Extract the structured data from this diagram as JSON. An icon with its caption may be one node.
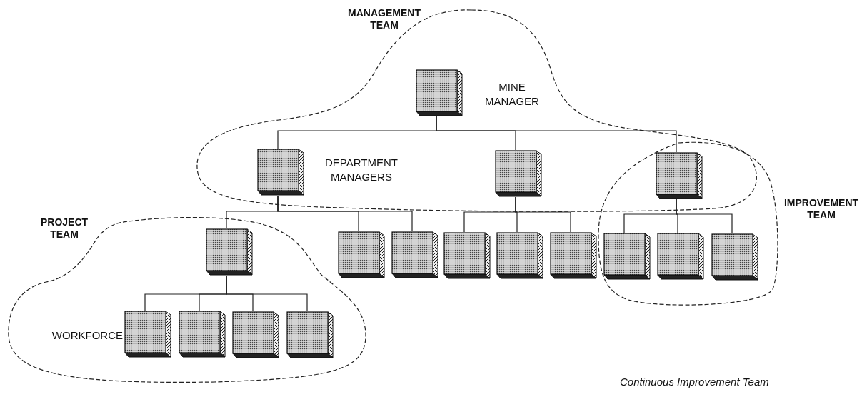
{
  "diagram": {
    "caption": "Continuous Improvement Team",
    "nodes": [
      {
        "text": [
          "MANAGEMENT TEAM"
        ]
      },
      {
        "text": [],
        "shape": "box",
        "in": 0,
        "beside": [
          "MINE MANAGER"
        ]
      },
      {
        "text": [],
        "shape": "box",
        "in": 0,
        "beside": [
          "DEPARTMENT MANAGERS"
        ]
      },
      {
        "text": [],
        "shape": "box",
        "in": 0
      },
      {
        "text": [],
        "shape": "box"
      },
      {
        "text": [
          "PROJECT TEAM"
        ]
      },
      {
        "text": [],
        "shape": "box",
        "in": 5
      },
      {
        "text": [],
        "shape": "box"
      },
      {
        "text": [],
        "shape": "box"
      },
      {
        "text": [],
        "shape": "box"
      },
      {
        "text": [],
        "shape": "box"
      },
      {
        "text": [],
        "shape": "box"
      },
      {
        "text": [
          "IMPROVEMENT TEAM"
        ]
      },
      {
        "text": [],
        "shape": "box",
        "in": 12
      },
      {
        "text": [],
        "shape": "box",
        "in": 12
      },
      {
        "text": [],
        "shape": "box",
        "in": 12
      },
      {
        "text": [],
        "shape": "box",
        "in": 5,
        "beside": [
          "WORKFORCE"
        ]
      },
      {
        "text": [],
        "shape": "box",
        "in": 5
      },
      {
        "text": [],
        "shape": "box",
        "in": 5
      },
      {
        "text": [],
        "shape": "box",
        "in": 5
      }
    ],
    "edges": [
      {
        "from": 1,
        "to": 2,
        "arrow": "none"
      },
      {
        "from": 1,
        "to": 3,
        "arrow": "none"
      },
      {
        "from": 1,
        "to": 4,
        "arrow": "none"
      },
      {
        "from": 2,
        "to": 6,
        "arrow": "none"
      },
      {
        "from": 2,
        "to": 7,
        "arrow": "none"
      },
      {
        "from": 2,
        "to": 8,
        "arrow": "none"
      },
      {
        "from": 3,
        "to": 9,
        "arrow": "none"
      },
      {
        "from": 3,
        "to": 10,
        "arrow": "none"
      },
      {
        "from": 3,
        "to": 11,
        "arrow": "none"
      },
      {
        "from": 4,
        "to": 13,
        "arrow": "none"
      },
      {
        "from": 4,
        "to": 14,
        "arrow": "none"
      },
      {
        "from": 4,
        "to": 15,
        "arrow": "none"
      },
      {
        "from": 6,
        "to": 16,
        "arrow": "none"
      },
      {
        "from": 6,
        "to": 17,
        "arrow": "none"
      },
      {
        "from": 6,
        "to": 18,
        "arrow": "none"
      },
      {
        "from": 6,
        "to": 19,
        "arrow": "none"
      }
    ]
  }
}
